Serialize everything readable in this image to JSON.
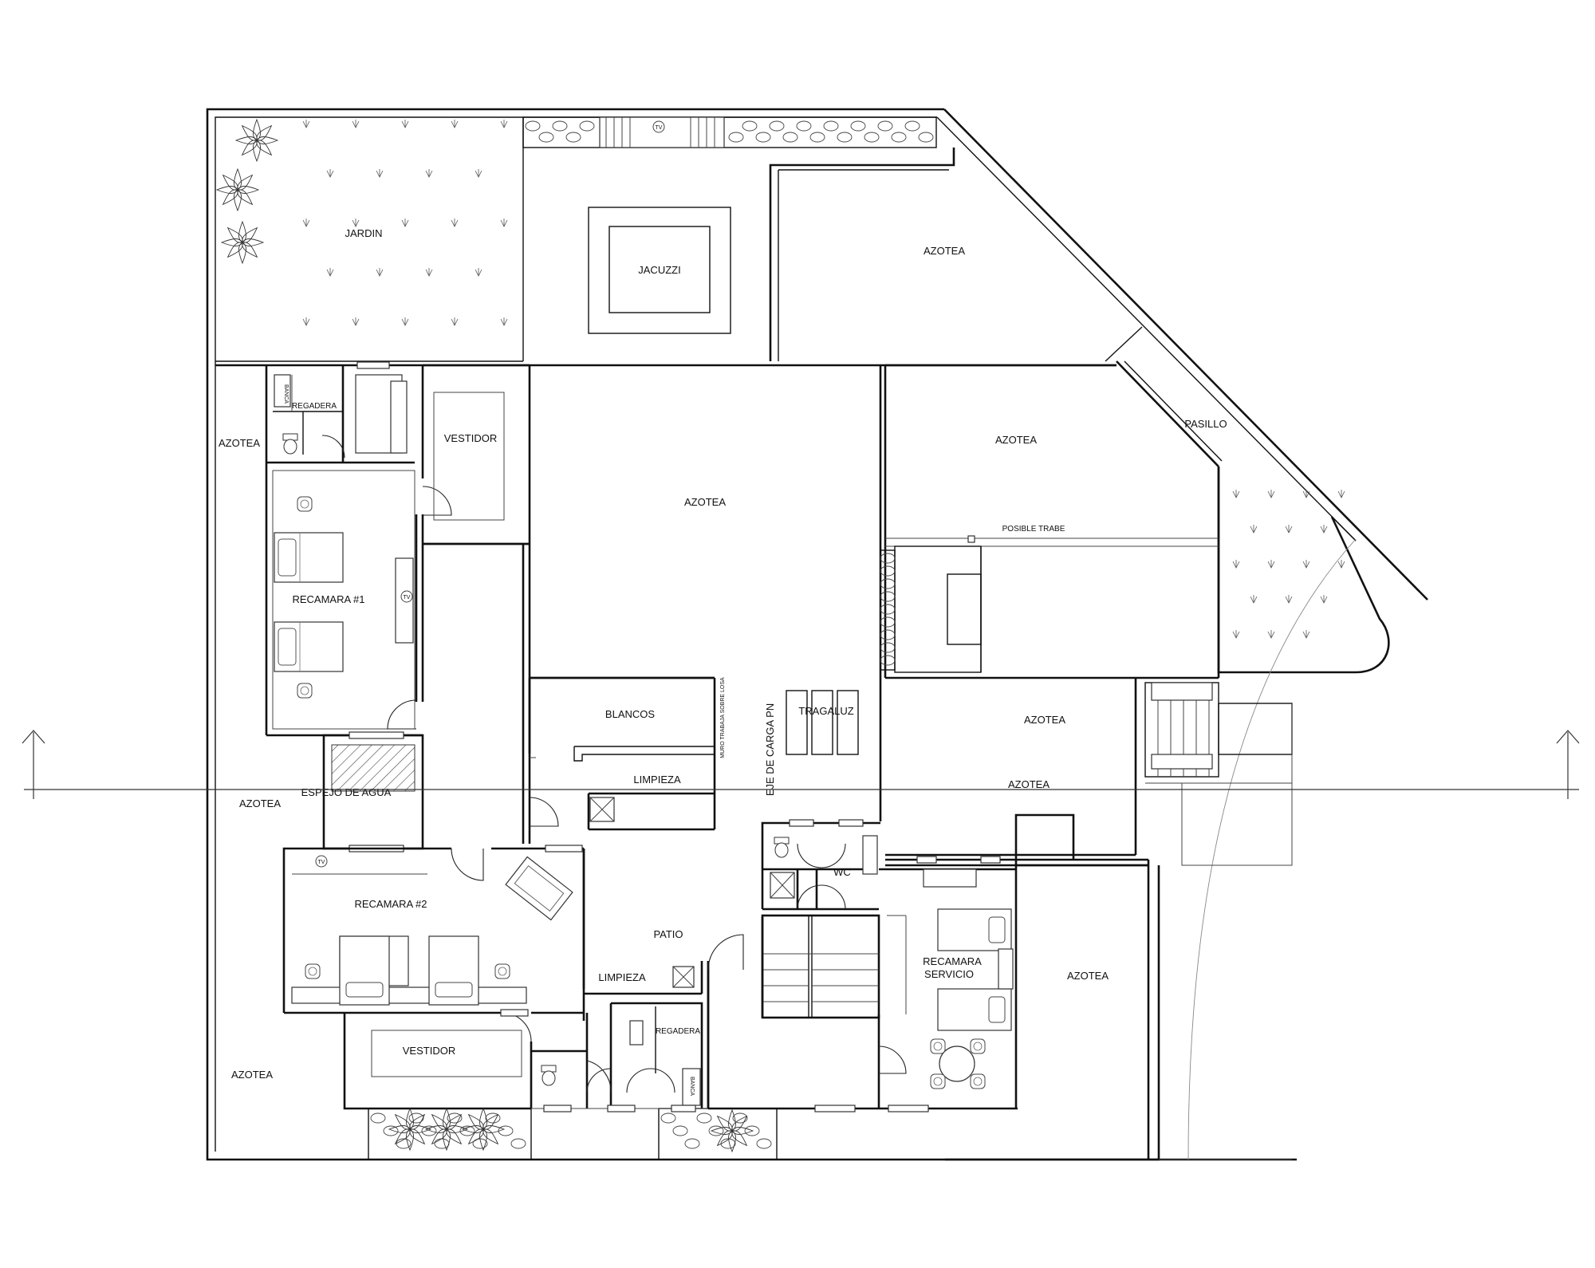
{
  "rooms": {
    "jardin": "JARDIN",
    "jacuzzi": "JACUZZI",
    "azotea": "AZOTEA",
    "pasillo": "PASILLO",
    "posible_trabe": "POSIBLE TRABE",
    "vestidor": "VESTIDOR",
    "banca": "BANCA",
    "regadera": "REGADERA",
    "recamara_1": "RECAMARA #1",
    "recamara_2": "RECAMARA #2",
    "espejo_agua": "ESPEJO DE AGUA",
    "blancos": "BLANCOS",
    "limpieza": "LIMPIEZA",
    "tragaluz": "TRAGALUZ",
    "eje_carga": "EJE DE CARGA PN",
    "muro_trabaja": "MURO TRABAJA SOBRE LOSA",
    "patio": "PATIO",
    "wc": "WC",
    "recamara_servicio_1": "RECAMARA",
    "recamara_servicio_2": "SERVICIO",
    "tv": "TV"
  },
  "colors": {
    "line": "#111111",
    "background": "#ffffff"
  }
}
